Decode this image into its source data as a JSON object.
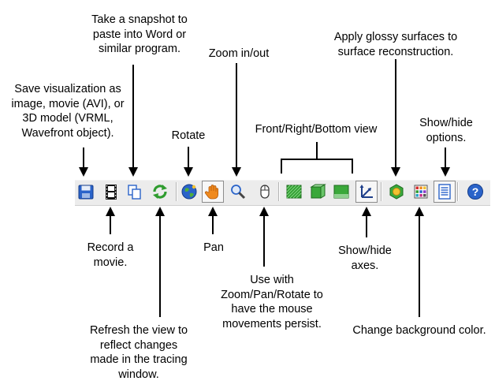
{
  "labels": {
    "save": "Save visualization as\nimage, movie (AVI), or\n3D model (VRML,\nWavefront object).",
    "snapshot": "Take a snapshot to\npaste into Word or\nsimilar program.",
    "zoom": "Zoom in/out",
    "glossy": "Apply glossy surfaces to\nsurface reconstruction.",
    "views": "Front/Right/Bottom view",
    "rotate": "Rotate",
    "options": "Show/hide\noptions.",
    "record": "Record a\nmovie.",
    "pan": "Pan",
    "axes": "Show/hide\naxes.",
    "persist": "Use with\nZoom/Pan/Rotate to\nhave the mouse\nmovements persist.",
    "refresh": "Refresh the view to\nreflect changes\nmade in the tracing\nwindow.",
    "background": "Change background color."
  },
  "toolbar": {
    "buttons": [
      {
        "id": "save",
        "icon": "floppy-disk-icon"
      },
      {
        "id": "record",
        "icon": "film-strip-icon"
      },
      {
        "id": "snapshot",
        "icon": "copy-pages-icon"
      },
      {
        "id": "refresh",
        "icon": "refresh-arrows-icon"
      },
      {
        "id": "rotate",
        "icon": "globe-icon"
      },
      {
        "id": "pan",
        "icon": "hand-icon",
        "pressed": true
      },
      {
        "id": "zoom",
        "icon": "magnifier-icon"
      },
      {
        "id": "persist",
        "icon": "mouse-icon"
      },
      {
        "id": "front",
        "icon": "front-view-icon"
      },
      {
        "id": "right",
        "icon": "right-view-icon"
      },
      {
        "id": "bottom",
        "icon": "bottom-view-icon"
      },
      {
        "id": "axes",
        "icon": "axes-icon",
        "pressed": true
      },
      {
        "id": "glossy",
        "icon": "glossy-surface-icon"
      },
      {
        "id": "background",
        "icon": "color-grid-icon"
      },
      {
        "id": "options",
        "icon": "options-page-icon",
        "pressed": true
      },
      {
        "id": "help",
        "icon": "help-icon"
      }
    ],
    "colors": {
      "background": "#ececec",
      "accent_blue": "#2a63c9",
      "green": "#2f9c2f",
      "orange": "#f08a1e"
    }
  }
}
